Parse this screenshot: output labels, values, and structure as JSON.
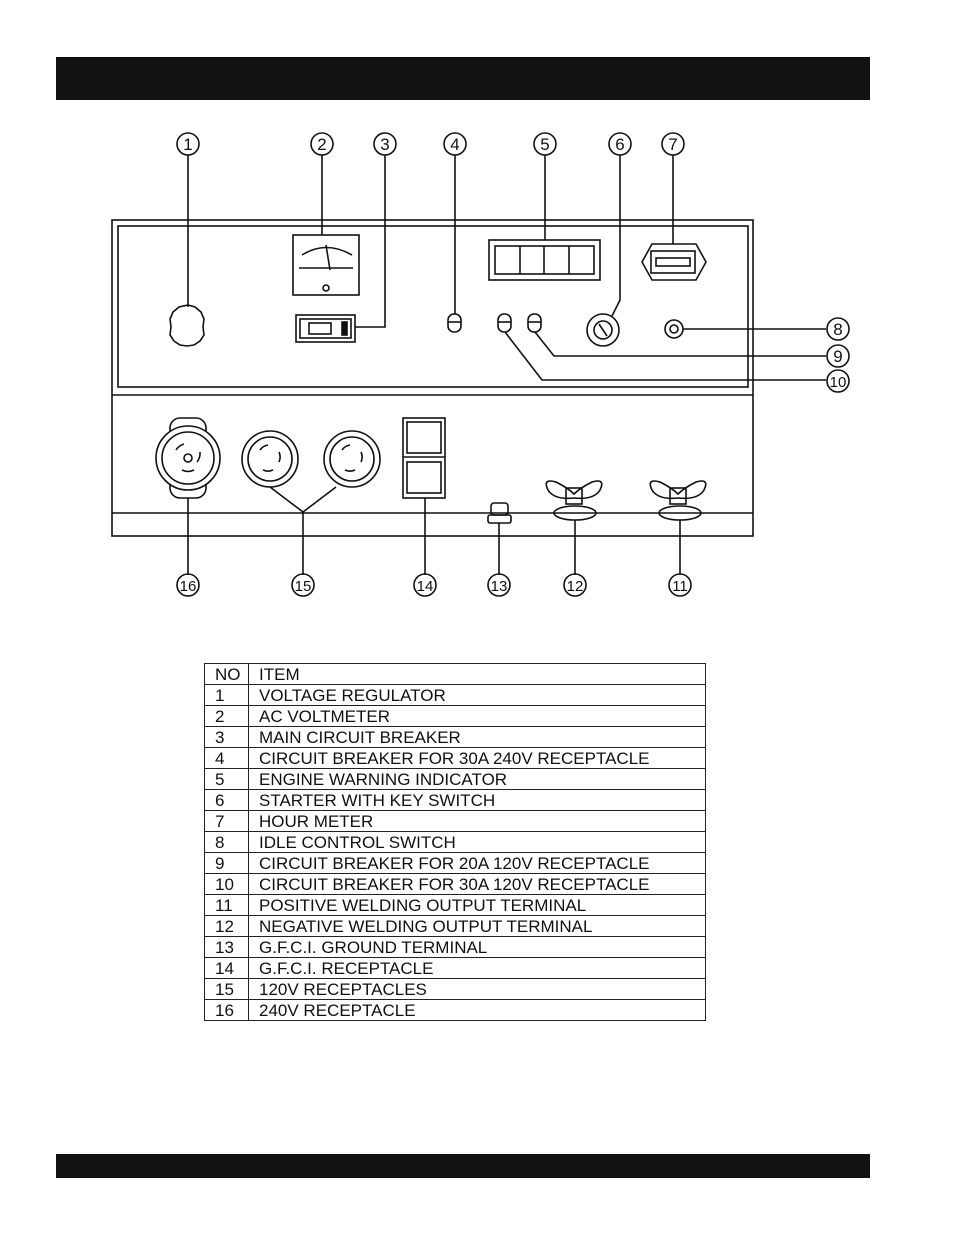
{
  "callout_numbers": [
    "1",
    "2",
    "3",
    "4",
    "5",
    "6",
    "7",
    "8",
    "9",
    "10",
    "16",
    "15",
    "14",
    "13",
    "12",
    "11"
  ],
  "table": {
    "headers": [
      "NO",
      "ITEM"
    ],
    "rows": [
      {
        "no": "1",
        "item": "VOLTAGE REGULATOR"
      },
      {
        "no": "2",
        "item": "AC VOLTMETER"
      },
      {
        "no": "3",
        "item": "MAIN CIRCUIT BREAKER"
      },
      {
        "no": "4",
        "item": "CIRCUIT BREAKER FOR 30A 240V RECEPTACLE"
      },
      {
        "no": "5",
        "item": "ENGINE WARNING INDICATOR"
      },
      {
        "no": "6",
        "item": "STARTER WITH KEY SWITCH"
      },
      {
        "no": "7",
        "item": "HOUR METER"
      },
      {
        "no": "8",
        "item": "IDLE CONTROL SWITCH"
      },
      {
        "no": "9",
        "item": "CIRCUIT BREAKER FOR 20A 120V RECEPTACLE"
      },
      {
        "no": "10",
        "item": "CIRCUIT BREAKER FOR 30A 120V RECEPTACLE"
      },
      {
        "no": "11",
        "item": "POSITIVE WELDING OUTPUT TERMINAL"
      },
      {
        "no": "12",
        "item": "NEGATIVE WELDING OUTPUT TERMINAL"
      },
      {
        "no": "13",
        "item": "G.F.C.I. GROUND TERMINAL"
      },
      {
        "no": "14",
        "item": "G.F.C.I. RECEPTACLE"
      },
      {
        "no": "15",
        "item": "120V RECEPTACLES"
      },
      {
        "no": "16",
        "item": "240V RECEPTACLE"
      }
    ]
  }
}
